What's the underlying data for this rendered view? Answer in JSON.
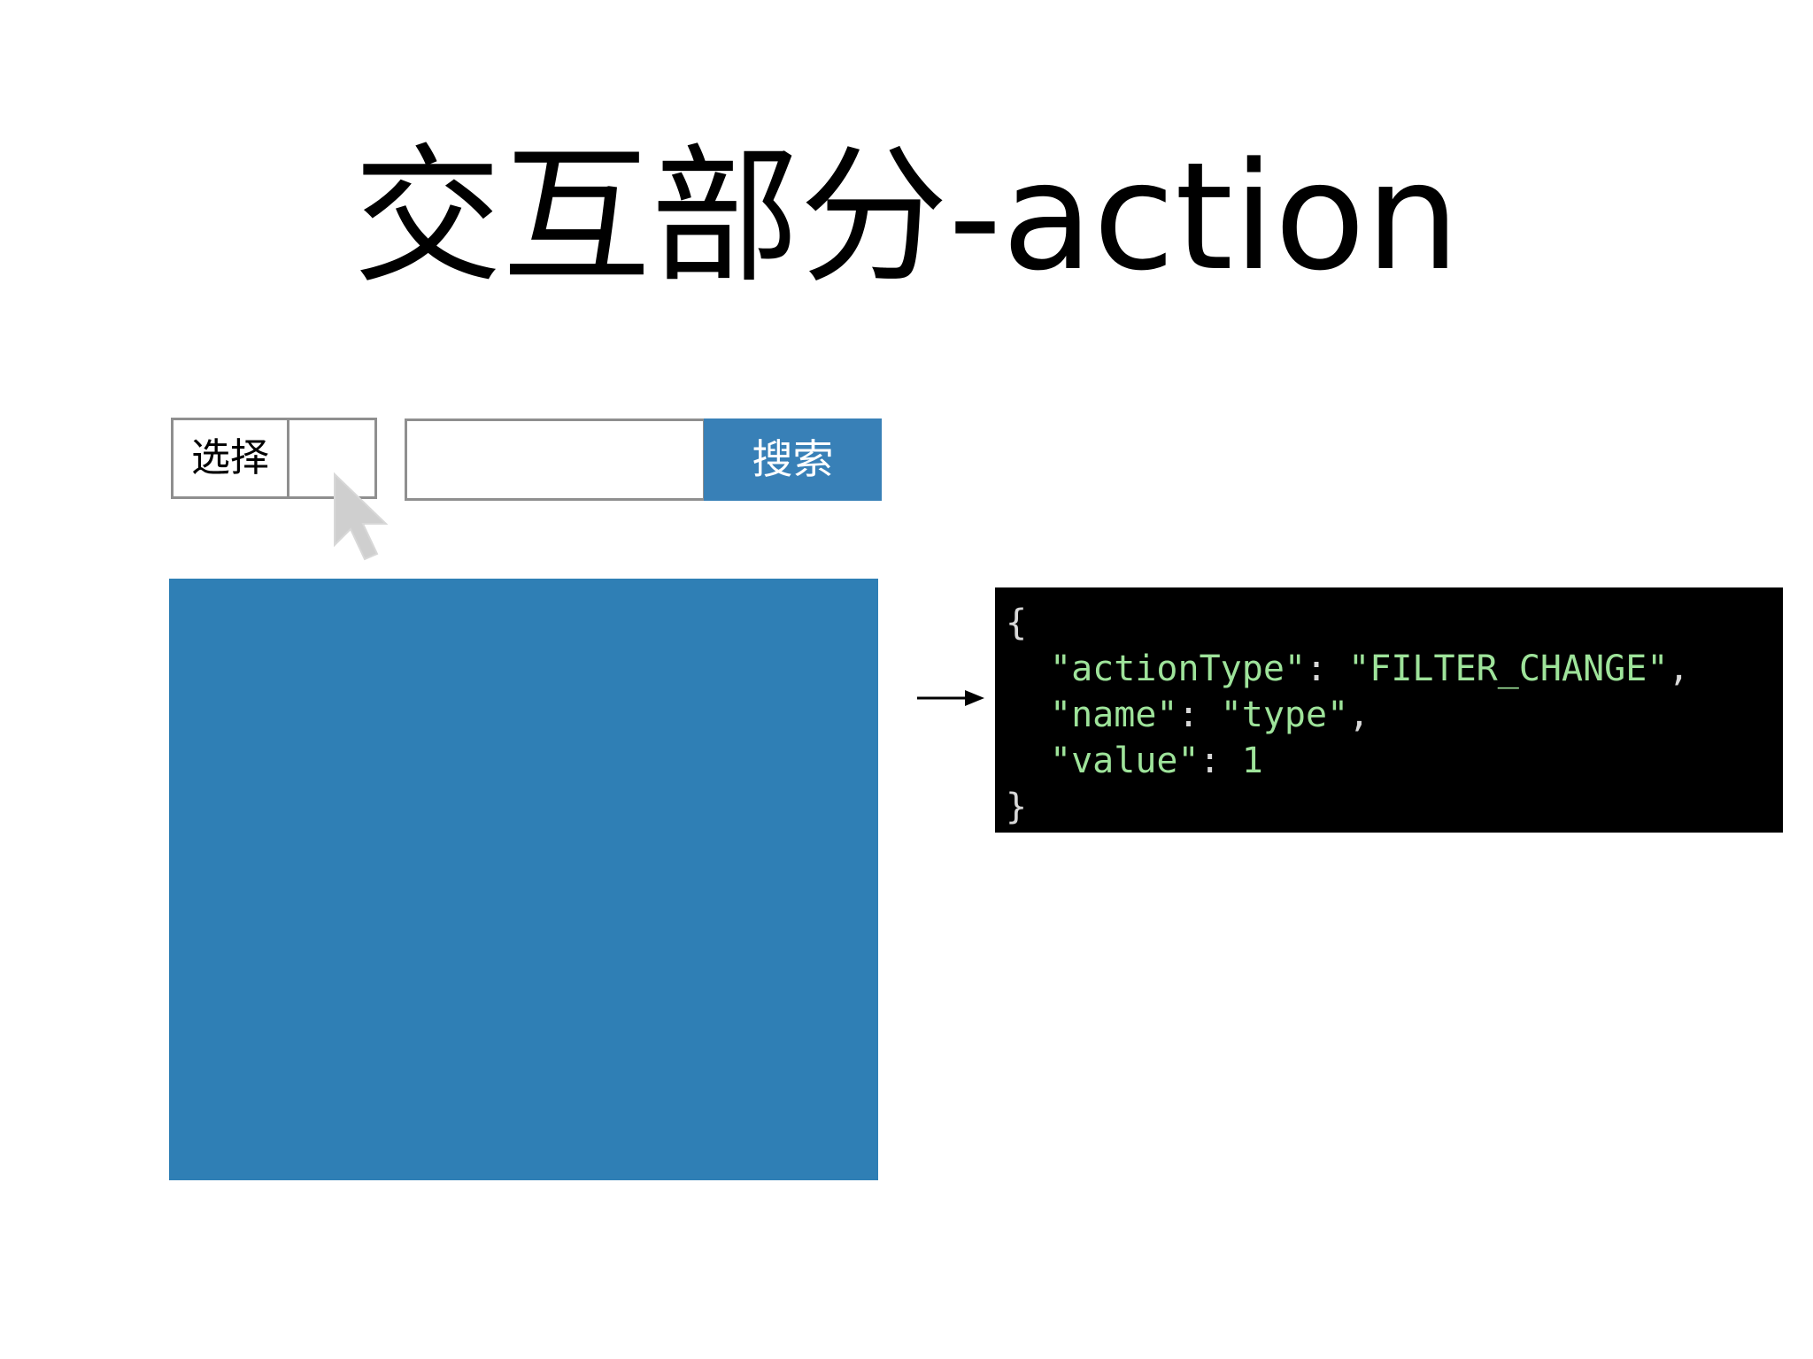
{
  "slide": {
    "title": "交互部分-action"
  },
  "controls": {
    "select_label": "选择",
    "search_input_value": "",
    "search_button_label": "搜索",
    "accent_color": "#3880b7"
  },
  "panel": {
    "color": "#2f7fb5"
  },
  "code": {
    "open_brace": "{",
    "close_brace": "}",
    "colon": ":",
    "comma": ",",
    "lines": [
      {
        "key": "\"actionType\"",
        "value": "\"FILTER_CHANGE\""
      },
      {
        "key": "\"name\"",
        "value": "\"type\""
      },
      {
        "key": "\"value\"",
        "value": "1"
      }
    ],
    "text_color": "#9ee39a",
    "background": "#000000"
  },
  "icons": {
    "cursor": "mouse-pointer-icon",
    "arrow": "arrow-right-icon"
  }
}
